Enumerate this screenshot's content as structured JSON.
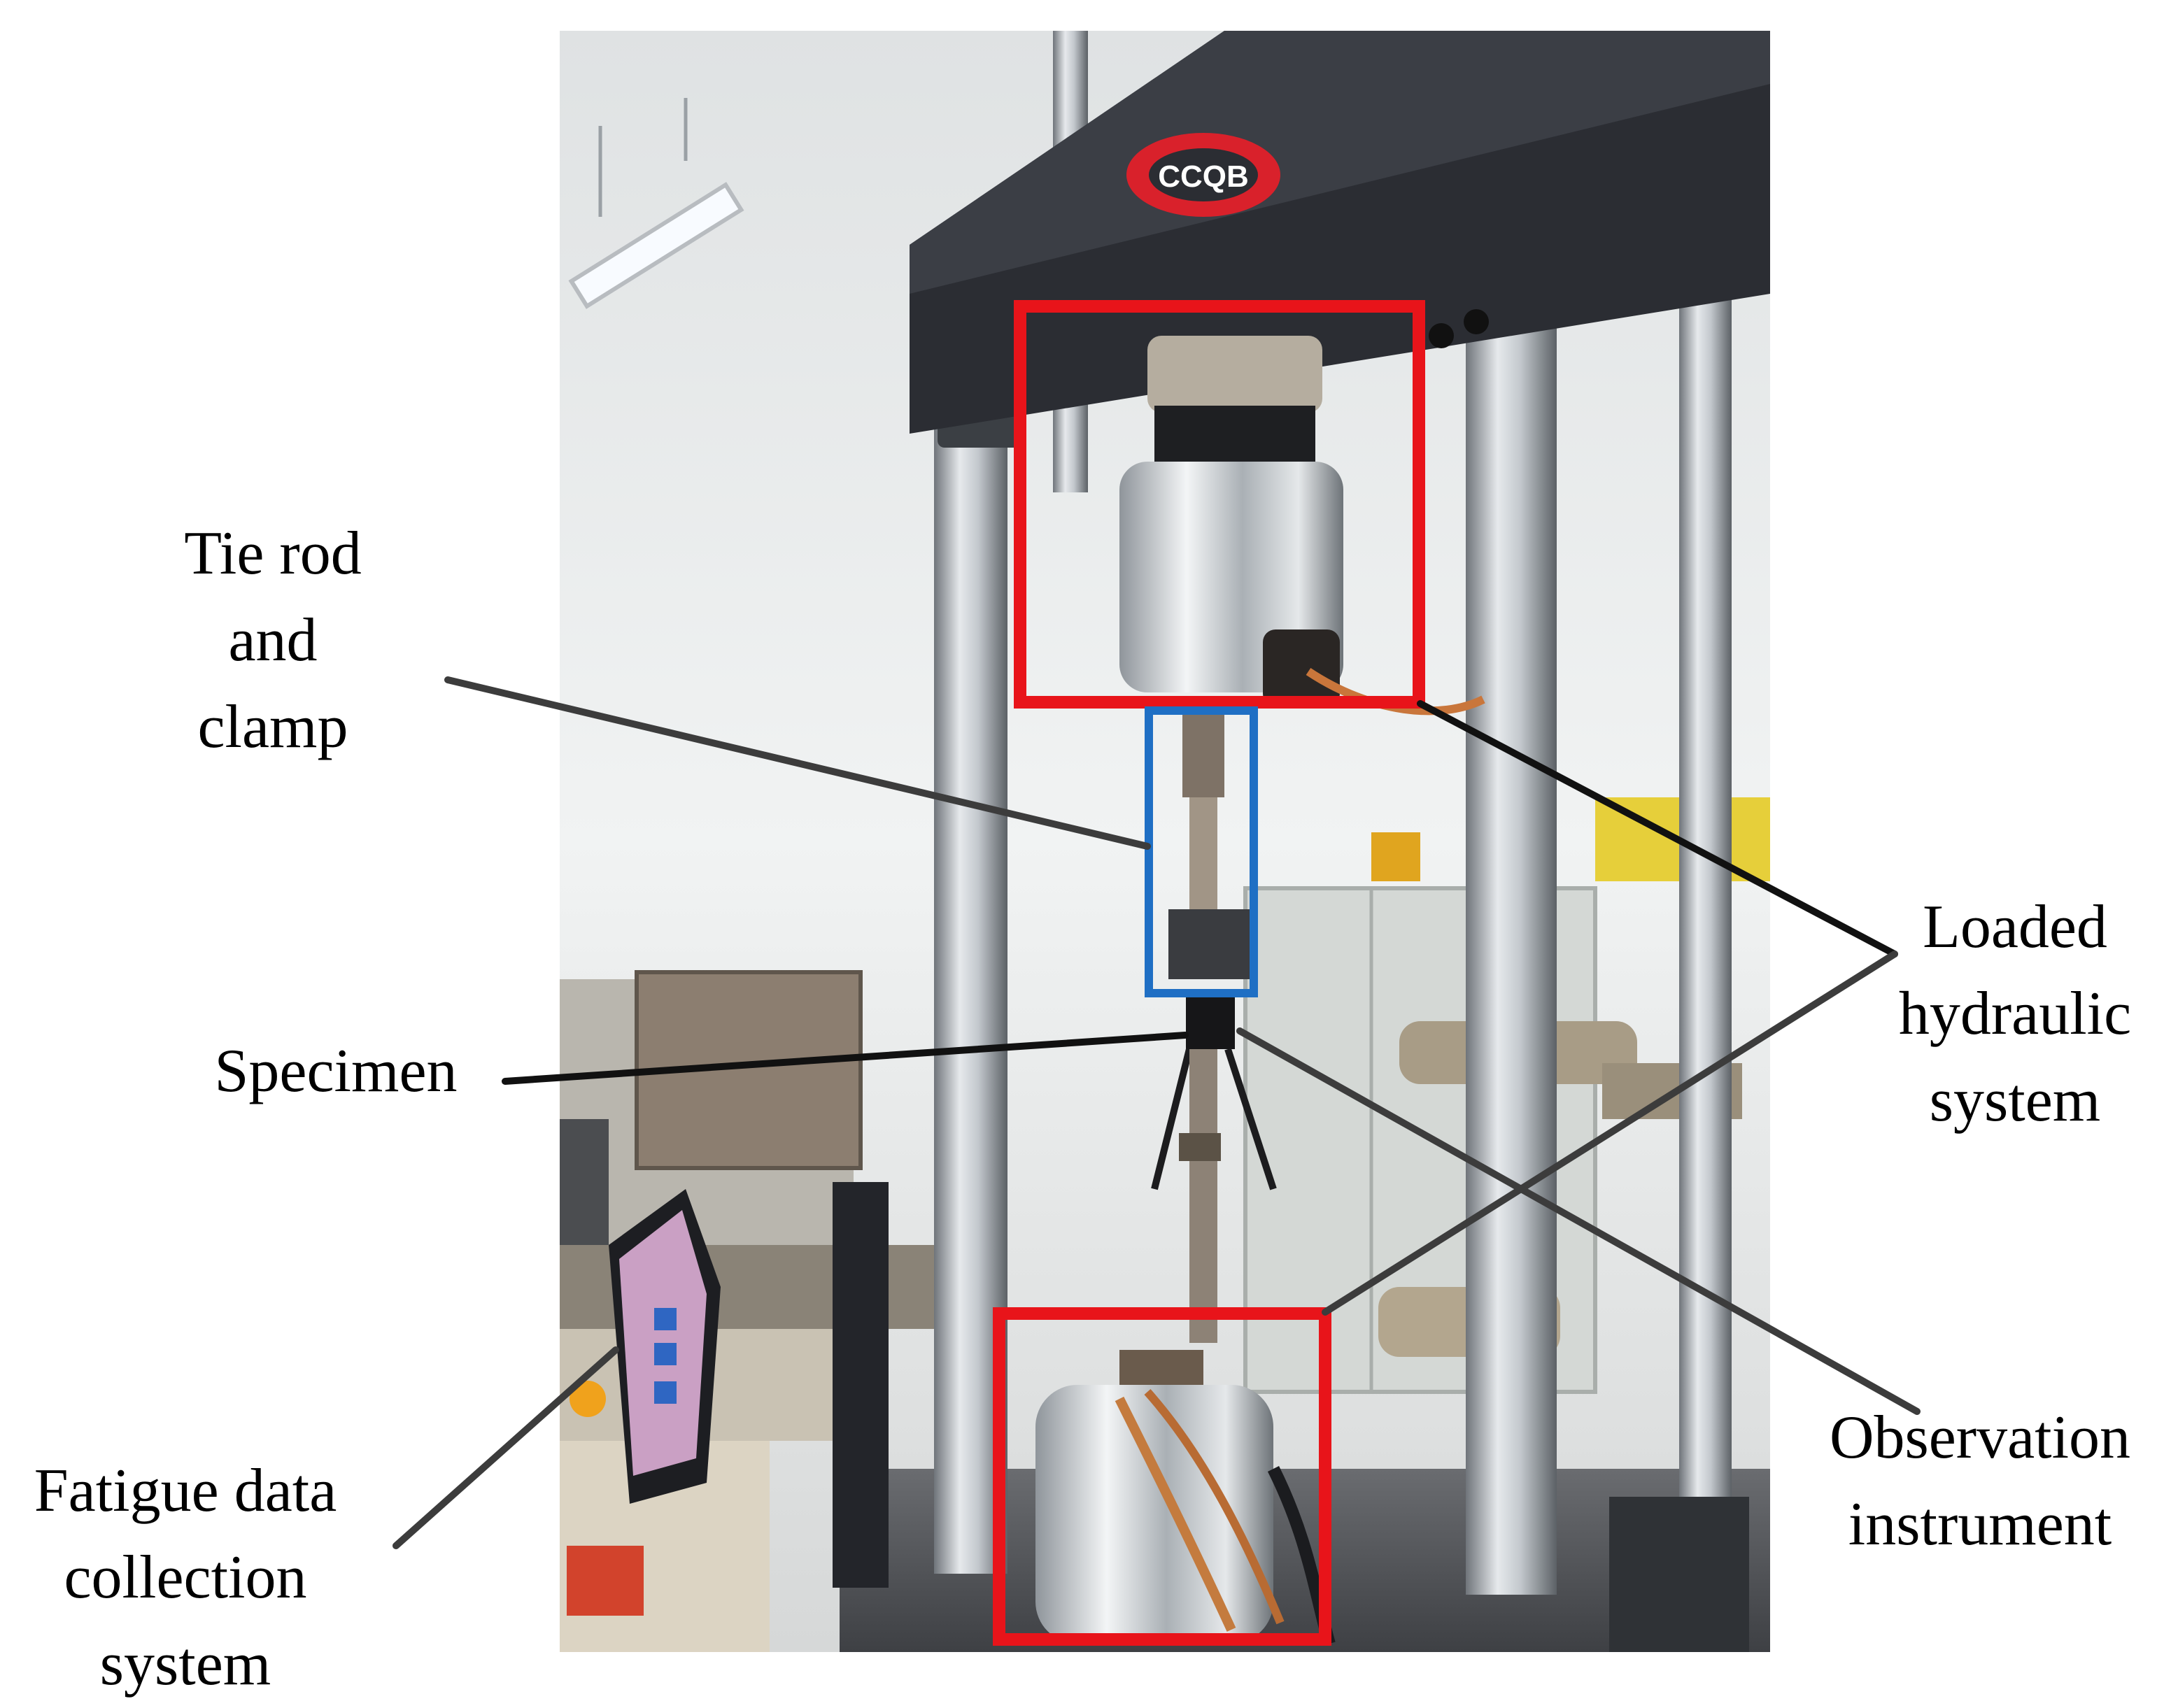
{
  "labels": {
    "tie_rod": [
      "Tie rod",
      "and",
      "clamp"
    ],
    "specimen": [
      "Specimen"
    ],
    "loaded": [
      "Loaded",
      "hydraulic",
      "system"
    ],
    "observation": [
      "Observation",
      "instrument"
    ],
    "fatigue": [
      "Fatigue data",
      "collection",
      "system"
    ]
  },
  "machine": {
    "logo": "CCQB"
  },
  "colors": {
    "highlight_red": "#e8141a",
    "highlight_blue": "#1f6fc4",
    "frame_dark": "#2b2d33",
    "column_steel": "#b9bec4",
    "wall": "#e9ebea"
  }
}
